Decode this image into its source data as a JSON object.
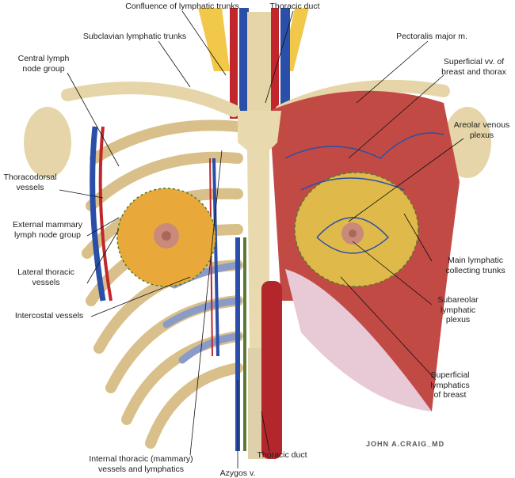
{
  "labels": {
    "confluence": "Confluence of lymphatic trunks",
    "thoracic_duct_top": "Thoracic duct",
    "subclavian": "Subclavian lymphatic trunks",
    "pectoralis": "Pectoralis major m.",
    "central_1": "Central lymph",
    "central_2": "node group",
    "superficial_vv_1": "Superficial vv. of",
    "superficial_vv_2": "breast and thorax",
    "areolar_1": "Areolar venous",
    "areolar_2": "plexus",
    "thoracodorsal_1": "Thoracodorsal",
    "thoracodorsal_2": "vessels",
    "external_1": "External mammary",
    "external_2": "lymph node group",
    "main_lymph_1": "Main lymphatic",
    "main_lymph_2": "collecting trunks",
    "lateral_1": "Lateral thoracic",
    "lateral_2": "vessels",
    "intercostal": "Intercostal vessels",
    "subareolar_1": "Subareolar",
    "subareolar_2": "lymphatic",
    "subareolar_3": "plexus",
    "superficial_lymph_1": "Superficial",
    "superficial_lymph_2": "lymphatics",
    "superficial_lymph_3": "of breast",
    "internal_1": "Internal thoracic (mammary)",
    "internal_2": "vessels and lymphatics",
    "azygos": "Azygos v.",
    "thoracic_duct_bottom": "Thoracic duct"
  },
  "signature": "JOHN A.CRAIG_MD",
  "colors": {
    "artery": "#c0262b",
    "vein": "#2a4fa8",
    "lymph": "#4f7a2e",
    "muscle": "#c24a45",
    "bone": "#e6d5a8",
    "breast": "#e8b23a"
  }
}
